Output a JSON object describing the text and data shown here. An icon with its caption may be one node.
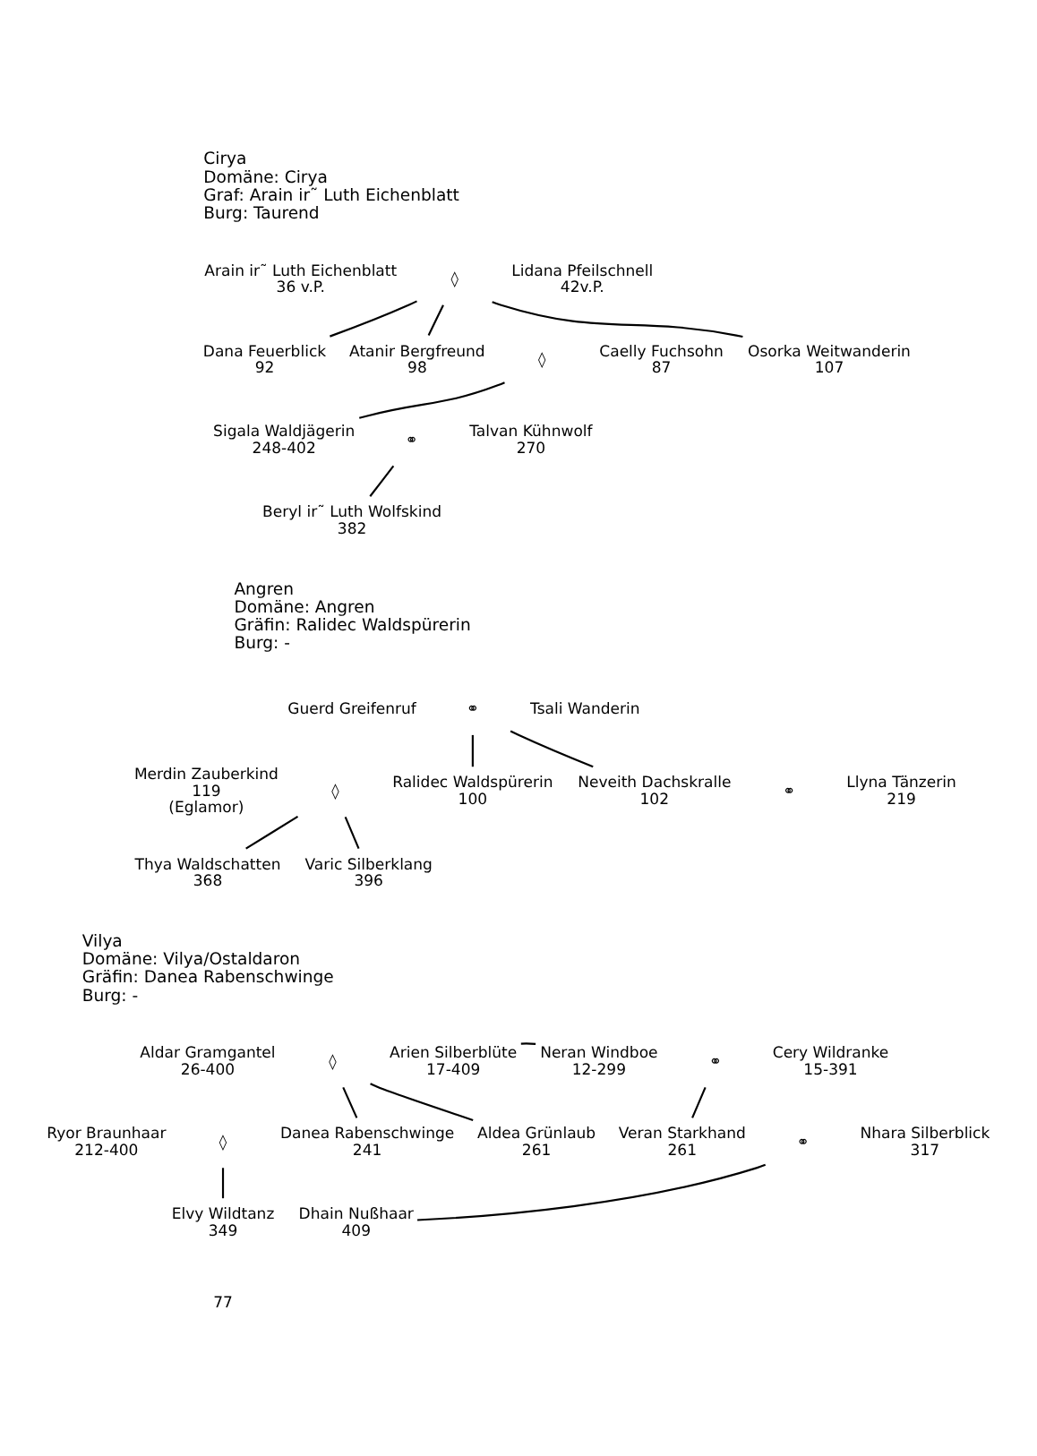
{
  "diagram": {
    "nodes": [
      {
        "text": [
          "Cirya",
          "Domäne: Cirya",
          "Graf: Arain ir˜ Luth Eichenblatt",
          "Burg: Taurend"
        ]
      },
      {
        "text": [
          "Arain ir˜ Luth Eichenblatt",
          "36 v.P."
        ]
      },
      {
        "text": [
          "◊"
        ]
      },
      {
        "text": [
          "Lidana Pfeilschnell",
          "42v.P."
        ]
      },
      {
        "text": [
          "Dana Feuerblick",
          "92"
        ]
      },
      {
        "text": [
          "Atanir Bergfreund",
          "98"
        ]
      },
      {
        "text": [
          "◊"
        ]
      },
      {
        "text": [
          "Caelly Fuchsohn",
          "87"
        ]
      },
      {
        "text": [
          "Osorka Weitwanderin",
          "107"
        ]
      },
      {
        "text": [
          "Sigala Waldjägerin",
          "248-402"
        ]
      },
      {
        "text": [
          "⚭"
        ]
      },
      {
        "text": [
          "Talvan Kühnwolf",
          "270"
        ]
      },
      {
        "text": [
          "Beryl ir˜ Luth Wolfskind",
          "382"
        ]
      },
      {
        "text": [
          "Angren",
          "Domäne: Angren",
          "Gräfin: Ralidec Waldspürerin",
          "Burg: -"
        ]
      },
      {
        "text": [
          "Guerd Greifenruf"
        ]
      },
      {
        "text": [
          "⚭"
        ]
      },
      {
        "text": [
          "Tsali Wanderin"
        ]
      },
      {
        "text": [
          "Merdin Zauberkind",
          "119",
          "(Eglamor)"
        ]
      },
      {
        "text": [
          "◊"
        ]
      },
      {
        "text": [
          "Ralidec Waldspürerin",
          "100"
        ]
      },
      {
        "text": [
          "Neveith Dachskralle",
          "102"
        ]
      },
      {
        "text": [
          "⚭"
        ]
      },
      {
        "text": [
          "Llyna Tänzerin",
          "219"
        ]
      },
      {
        "text": [
          "Thya Waldschatten",
          "368"
        ]
      },
      {
        "text": [
          "Varic Silberklang",
          "396"
        ]
      },
      {
        "text": [
          "Vilya",
          "Domäne: Vilya/Ostaldaron",
          "Gräfin: Danea Rabenschwinge",
          "Burg: -"
        ]
      },
      {
        "text": [
          "Aldar Gramgantel",
          "26-400"
        ]
      },
      {
        "text": [
          "◊"
        ]
      },
      {
        "text": [
          "Arien Silberblüte",
          "17-409"
        ]
      },
      {
        "text": [
          "Neran Windboe",
          "12-299"
        ]
      },
      {
        "text": [
          "⚭"
        ]
      },
      {
        "text": [
          "Cery Wildranke",
          "15-391"
        ]
      },
      {
        "text": [
          "Ryor Braunhaar",
          "212-400"
        ]
      },
      {
        "text": [
          "◊"
        ]
      },
      {
        "text": [
          "Danea Rabenschwinge",
          "241"
        ]
      },
      {
        "text": [
          "Aldea Grünlaub",
          "261"
        ]
      },
      {
        "text": [
          "Veran Starkhand",
          "261"
        ]
      },
      {
        "text": [
          "⚭"
        ]
      },
      {
        "text": [
          "Nhara Silberblick",
          "317"
        ]
      },
      {
        "text": [
          "Elvy Wildtanz",
          "349"
        ]
      },
      {
        "text": [
          "Dhain Nußhaar",
          "409"
        ]
      }
    ],
    "edges": [
      {
        "from": 2,
        "to": 4,
        "arrow": "none"
      },
      {
        "from": 2,
        "to": 5,
        "arrow": "none"
      },
      {
        "from": 2,
        "to": 8,
        "arrow": "none"
      },
      {
        "from": 6,
        "to": 9,
        "arrow": "none"
      },
      {
        "from": 10,
        "to": 12,
        "arrow": "none"
      },
      {
        "from": 15,
        "to": 19,
        "arrow": "none"
      },
      {
        "from": 15,
        "to": 20,
        "arrow": "none"
      },
      {
        "from": 18,
        "to": 23,
        "arrow": "none"
      },
      {
        "from": 18,
        "to": 24,
        "arrow": "none"
      },
      {
        "from": 28,
        "to": 29,
        "arrow": "none"
      },
      {
        "from": 27,
        "to": 34,
        "arrow": "none"
      },
      {
        "from": 27,
        "to": 35,
        "arrow": "none"
      },
      {
        "from": 30,
        "to": 36,
        "arrow": "none"
      },
      {
        "from": 33,
        "to": 39,
        "arrow": "none"
      },
      {
        "from": 37,
        "to": 40,
        "arrow": "none"
      }
    ],
    "labels": [
      "77"
    ]
  }
}
